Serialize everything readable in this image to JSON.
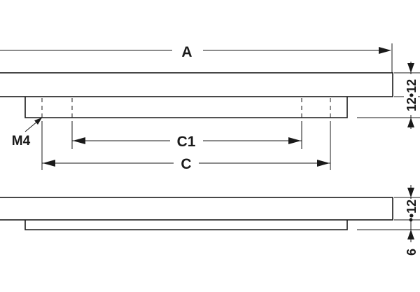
{
  "labels": {
    "overall_length": "A",
    "inner_hole_spacing": "C1",
    "hole_spacing": "C",
    "thread": "M4",
    "top_view_height": "12•12",
    "side_view_height": "•12",
    "base_thickness": "6"
  }
}
